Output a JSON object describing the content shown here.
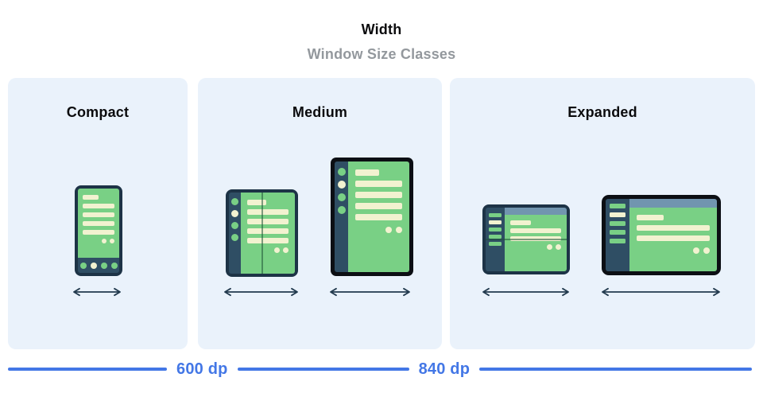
{
  "header": {
    "title": "Width",
    "subtitle": "Window Size Classes"
  },
  "panels": [
    {
      "label": "Compact",
      "devices": [
        "phone-portrait"
      ]
    },
    {
      "label": "Medium",
      "devices": [
        "foldable-portrait",
        "tablet-portrait"
      ]
    },
    {
      "label": "Expanded",
      "devices": [
        "foldable-landscape",
        "tablet-landscape"
      ]
    }
  ],
  "scale": {
    "breakpoints": [
      "600 dp",
      "840 dp"
    ]
  },
  "colors": {
    "accent-blue": "#4377e6",
    "panel-bg": "#eaf2fb",
    "frame-navy": "#1d3346",
    "frame-black": "#0c0f14",
    "sidebar-navy": "#2f4e64",
    "screen-green": "#79d085",
    "content-cream": "#f2f2d0",
    "topbar-blue": "#7195af",
    "arrow-navy": "#223a4e",
    "subtitle-gray": "#93989d",
    "title-black": "#0b0b0d"
  }
}
